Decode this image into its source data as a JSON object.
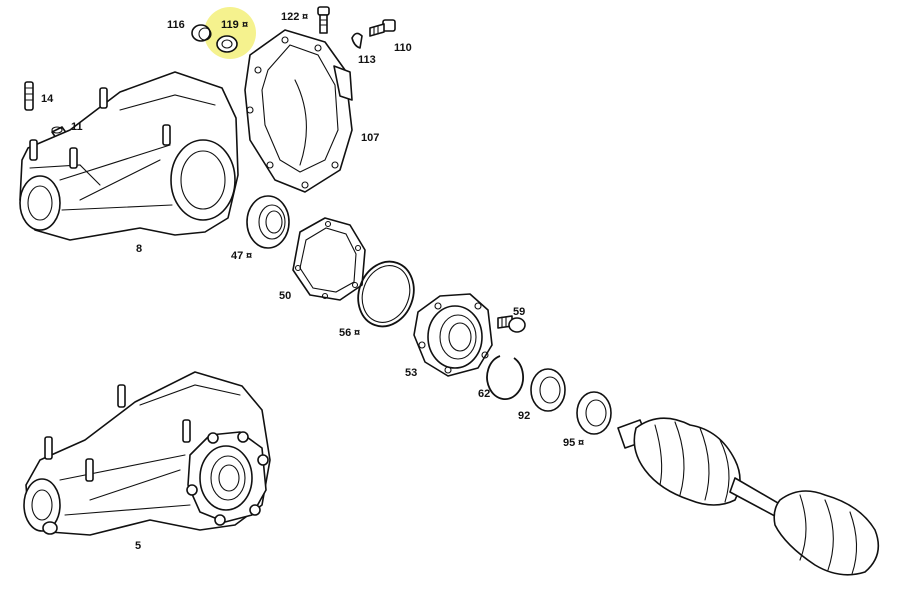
{
  "labels": {
    "p116": "116",
    "p119": "119",
    "p122": "122",
    "p110": "110",
    "p113": "113",
    "p14": "14",
    "p11": "11",
    "p107": "107",
    "p8": "8",
    "p47": "47",
    "p50": "50",
    "p56": "56",
    "p59": "59",
    "p53": "53",
    "p62": "62",
    "p92": "92",
    "p95": "95",
    "p5": "5"
  },
  "marker_symbol": "¤",
  "highlight_color": "#f3f07a"
}
